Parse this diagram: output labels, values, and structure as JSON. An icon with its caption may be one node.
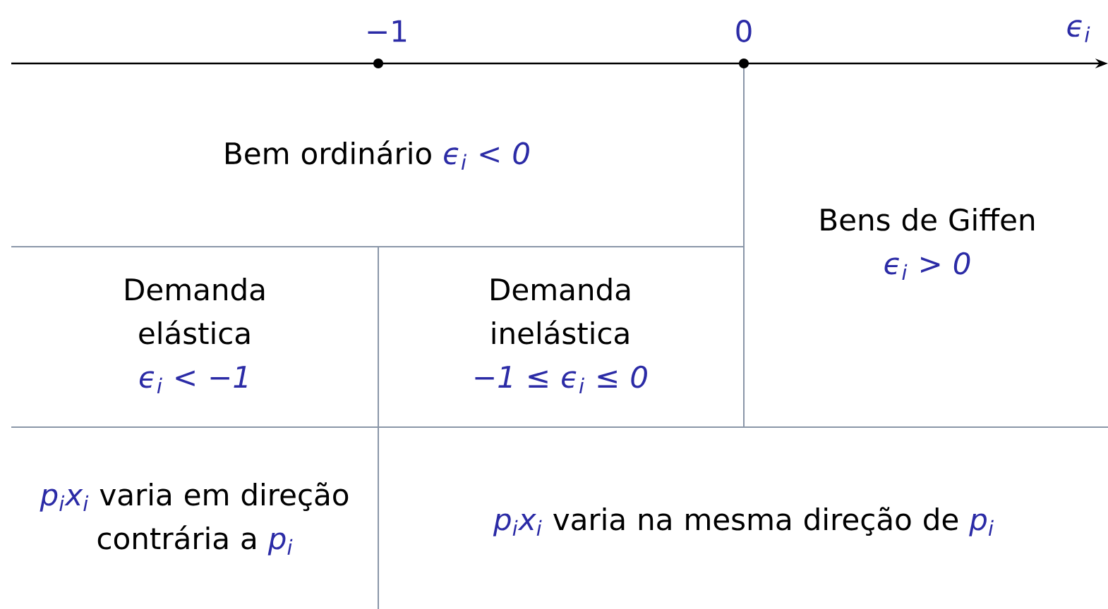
{
  "diagram": {
    "nodes": [
      {
        "text": [
          "Bem ordinário",
          "ϵ$_{i}$ < 0"
        ]
      },
      {
        "text": [
          "Bens de Giffen",
          "ϵ$_{i}$ > 0"
        ]
      },
      {
        "text": [
          "Demanda elástica",
          "ϵ$_{i}$ < −1"
        ]
      },
      {
        "text": [
          "Demanda inelástica",
          "−1 ≤ ϵ$_{i}$ ≤ 0"
        ]
      },
      {
        "text": [
          "p$_{i}$x$_{i}$",
          "varia em direção contrária",
          "a",
          "p$_{i}$"
        ]
      },
      {
        "text": [
          "p$_{i}$x$_{i}$",
          "varia na mesma direção de",
          "p$_{i}$"
        ]
      }
    ],
    "labels": [
      "−1",
      "0",
      "ϵ$_{i}$"
    ]
  }
}
